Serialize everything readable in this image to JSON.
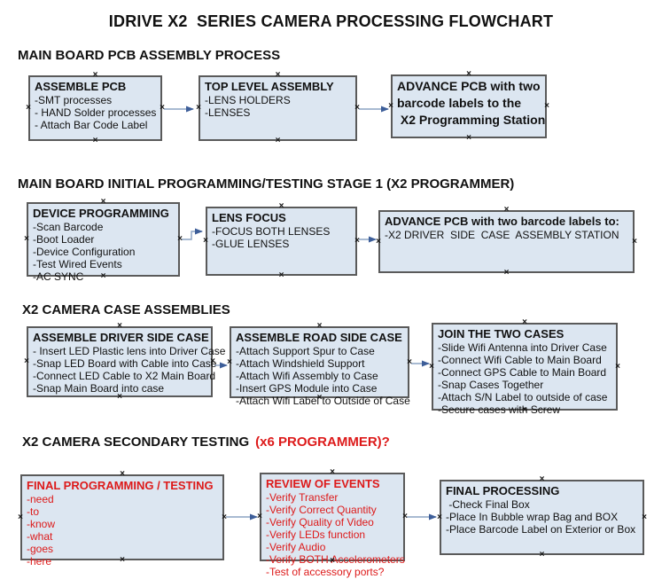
{
  "title": "IDRIVE X2  SERIES CAMERA PROCESSING FLOWCHART",
  "colors": {
    "box_fill": "#dce6f1",
    "box_border": "#5a5a5a",
    "red_text": "#dd1a1a",
    "arrow_line": "#8ca3c3",
    "arrow_head": "#3d5e99"
  },
  "sections": [
    {
      "heading": "MAIN BOARD PCB ASSEMBLY PROCESS",
      "boxes": [
        {
          "id": "s1b1",
          "title": "ASSEMBLE PCB",
          "items": [
            "-SMT processes",
            "- HAND Solder processes",
            "- Attach Bar Code Label"
          ]
        },
        {
          "id": "s1b2",
          "title": "TOP LEVEL ASSEMBLY",
          "items": [
            "-LENS HOLDERS",
            "-LENSES"
          ]
        },
        {
          "id": "s1b3",
          "title_lines": [
            "ADVANCE PCB with two",
            "barcode labels to the",
            " X2 Programming Station"
          ],
          "items": []
        }
      ]
    },
    {
      "heading": "MAIN BOARD INITIAL PROGRAMMING/TESTING STAGE 1 (X2 PROGRAMMER)",
      "boxes": [
        {
          "id": "s2b1",
          "title": "DEVICE PROGRAMMING",
          "items": [
            "-Scan Barcode",
            "-Boot Loader",
            "-Device Configuration",
            "-Test Wired Events",
            "-AC SYNC"
          ]
        },
        {
          "id": "s2b2",
          "title": "LENS FOCUS",
          "items": [
            "-FOCUS BOTH LENSES",
            "-GLUE LENSES"
          ]
        },
        {
          "id": "s2b3",
          "title": "ADVANCE PCB with two barcode labels to:",
          "items": [
            "-X2 DRIVER  SIDE  CASE  ASSEMBLY STATION"
          ]
        }
      ]
    },
    {
      "heading": "X2 CAMERA CASE ASSEMBLIES",
      "boxes": [
        {
          "id": "s3b1",
          "title": "ASSEMBLE DRIVER SIDE CASE",
          "items": [
            "- Insert LED Plastic lens into Driver Case",
            "-Snap LED Board with Cable into Case",
            "-Connect LED Cable to X2 Main Board",
            "-Snap Main Board into case"
          ]
        },
        {
          "id": "s3b2",
          "title": "ASSEMBLE ROAD SIDE CASE",
          "items": [
            "-Attach Support Spur to Case",
            "-Attach Windshield Support",
            "-Attach Wifi Assembly to Case",
            "-Insert GPS Module into Case",
            "-Attach Wifi Label to Outside of Case"
          ]
        },
        {
          "id": "s3b3",
          "title": "JOIN THE TWO CASES",
          "items": [
            "-Slide Wifi Antenna into Driver Case",
            "-Connect Wifi Cable to Main Board",
            "-Connect GPS Cable to Main Board",
            "-Snap Cases Together",
            "-Attach S/N Label to outside of case",
            "-Secure cases with Screw"
          ]
        }
      ]
    },
    {
      "heading": "X2 CAMERA SECONDARY TESTING",
      "heading_accent": "(x6 PROGRAMMER)?",
      "boxes": [
        {
          "id": "s4b1",
          "title": "FINAL PROGRAMMING / TESTING",
          "red": true,
          "items": [
            "-need",
            "-to",
            "-know",
            "-what",
            "-goes",
            "-here"
          ]
        },
        {
          "id": "s4b2",
          "title": "REVIEW OF EVENTS",
          "red": true,
          "items": [
            "-Verify Transfer",
            "-Verify Correct Quantity",
            "-Verify Quality of Video",
            "-Verify LEDs function",
            "-Verify Audio",
            "-Verify BOTH Accelerometers",
            "-Test of accessory ports?"
          ]
        },
        {
          "id": "s4b3",
          "title": "FINAL PROCESSING",
          "items": [
            " -Check Final Box",
            "-Place In Bubble wrap Bag and BOX",
            "-Place Barcode Label on Exterior or Box"
          ]
        }
      ]
    }
  ]
}
